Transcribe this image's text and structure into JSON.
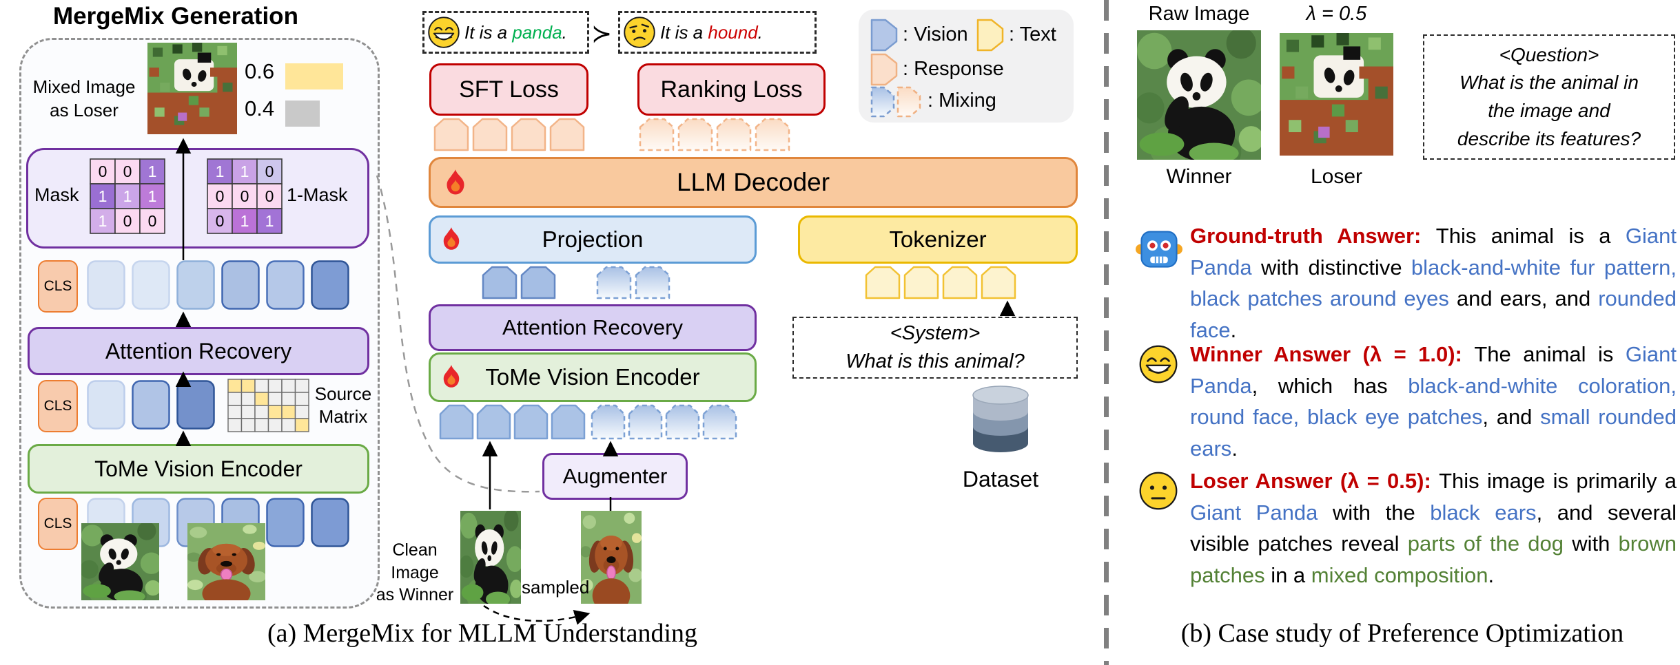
{
  "colors": {
    "answer_red": "#c00000",
    "answer_blue": "#4472c4",
    "answer_green": "#538135",
    "panda_green": "#00b050",
    "hound_red": "#cc0000",
    "purple_border": "#7030a0",
    "green_border": "#6aaa46",
    "orange_border": "#e0863c",
    "blue_border": "#5b9bd5",
    "yellow_border": "#eab800",
    "red_border": "#c00000",
    "weight_yellow": "#ffe699",
    "weight_gray": "#c9c9c9"
  },
  "left_panel": {
    "title": "MergeMix Generation",
    "mixed_image_label": "Mixed Image\nas Loser",
    "weight_top": "0.6",
    "weight_bottom": "0.4",
    "mask": {
      "label": "Mask",
      "cells": [
        [
          "0",
          "0",
          "1"
        ],
        [
          "1",
          "1",
          "1"
        ],
        [
          "1",
          "0",
          "0"
        ]
      ],
      "cell_colors": [
        [
          "#fbd9f1",
          "#fbd9f1",
          "#a076d4"
        ],
        [
          "#9a6fd3",
          "#cba5e8",
          "#bd7bd9"
        ],
        [
          "#d3aee9",
          "#fbd9f1",
          "#fbd9f1"
        ]
      ]
    },
    "inv_mask": {
      "label": "1-Mask",
      "cells": [
        [
          "1",
          "1",
          "0"
        ],
        [
          "0",
          "0",
          "0"
        ],
        [
          "0",
          "1",
          "1"
        ]
      ],
      "cell_colors": [
        [
          "#a076d4",
          "#c9a2e6",
          "#cdc6ed"
        ],
        [
          "#fbd9f1",
          "#fbd9f1",
          "#fbd9f1"
        ],
        [
          "#d8b6ec",
          "#bb72d7",
          "#a273d6"
        ]
      ]
    },
    "cls": "CLS",
    "attention_recovery": "Attention Recovery",
    "tome": "ToMe Vision Encoder",
    "source_matrix_label": "Source\nMatrix",
    "source_matrix": [
      [
        1,
        1,
        0,
        0,
        0,
        0
      ],
      [
        0,
        0,
        1,
        0,
        0,
        0
      ],
      [
        0,
        0,
        0,
        1,
        1,
        0
      ],
      [
        0,
        0,
        0,
        0,
        0,
        1
      ]
    ],
    "token_rows": {
      "row_top": {
        "fills": [
          "#dbe5f4",
          "#dee8f6",
          "#bed1eb",
          "#abc0e3",
          "#b5c8e8",
          "#7e9cd4"
        ],
        "strokes": [
          "#c2d1ec",
          "#c6d5ee",
          "#8fb0da",
          "#3f66b0",
          "#4a70b8",
          "#2f5597"
        ]
      },
      "row_mid": {
        "fills": [
          "#d9e4f4",
          "#b0c4e6",
          "#7491cb"
        ],
        "strokes": [
          "#bccdeb",
          "#3f66b0",
          "#2f5597"
        ]
      },
      "row_bottom": {
        "fills": [
          "#dce6f5",
          "#c8d7ef",
          "#b7c9e8",
          "#a9bfe3",
          "#8aa7d9",
          "#7d9bd4"
        ],
        "strokes": [
          "#c3d2ec",
          "#9db8e0",
          "#6d8fc9",
          "#4a70b8",
          "#3f66b0",
          "#2f5597"
        ]
      }
    },
    "caption": "(a) MergeMix for MLLM Understanding"
  },
  "middle_panel": {
    "winner_caption": [
      {
        "t": "It is a ",
        "i": 1
      },
      {
        "t": "panda",
        "c": "#00b050",
        "i": 1
      },
      {
        "t": ".",
        "i": 1
      }
    ],
    "succ": "≻",
    "loser_caption": [
      {
        "t": "It is a ",
        "i": 1
      },
      {
        "t": "hound",
        "c": "#cc0000",
        "i": 1
      },
      {
        "t": ".",
        "i": 1
      }
    ],
    "sft_loss": "SFT Loss",
    "ranking_loss": "Ranking Loss",
    "legend": {
      "vision": ": Vision",
      "text": ": Text",
      "response": ": Response",
      "mixing": ": Mixing"
    },
    "llm_decoder": "LLM Decoder",
    "projection": "Projection",
    "tokenizer": "Tokenizer",
    "attention_recovery": "Attention Recovery",
    "tome": "ToMe Vision Encoder",
    "augmenter": "Augmenter",
    "clean_image_label": "Clean Image\nas Winner",
    "sampled_label": "sampled",
    "system_prompt": "<System>\nWhat is this animal?",
    "dataset": "Dataset",
    "tokens": {
      "sft": {
        "count": 4,
        "fill": "#fcdfca",
        "stroke": "#f2b488",
        "dashed": false
      },
      "ranking": {
        "count": 4,
        "fill": "url(#grad-resp)",
        "stroke": "#f2b488",
        "dashed": true
      },
      "proj_solid": {
        "count": 2,
        "fill": "#a5bee4",
        "stroke": "#6488c4",
        "dashed": false
      },
      "proj_mix": {
        "count": 2,
        "fill": "url(#grad-vis)",
        "stroke": "#7ba0d4",
        "dashed": true
      },
      "tokenizer": {
        "count": 4,
        "fill": "#fdf3cf",
        "stroke": "#f2c233",
        "dashed": false
      },
      "tome_solid": {
        "count": 4,
        "fill": "#abc3e6",
        "stroke": "#7ba0d4",
        "dashed": false
      },
      "tome_mix": {
        "count": 4,
        "fill": "url(#grad-vis)",
        "stroke": "#7ba0d4",
        "dashed": true
      },
      "legend_vision": {
        "count": 1,
        "fill": "#b4c7e8",
        "stroke": "#7a9cd0",
        "dashed": false,
        "shape": "right"
      },
      "legend_text": {
        "count": 1,
        "fill": "#fdf0c0",
        "stroke": "#f0b429",
        "dashed": false,
        "shape": "right"
      },
      "legend_response": {
        "count": 1,
        "fill": "#fbdfcb",
        "stroke": "#f0b183",
        "dashed": false,
        "shape": "right"
      },
      "legend_mix_v": {
        "count": 1,
        "fill": "url(#grad-vis)",
        "stroke": "#7a9cd0",
        "dashed": true,
        "shape": "right"
      },
      "legend_mix_r": {
        "count": 1,
        "fill": "url(#grad-resp)",
        "stroke": "#f0b183",
        "dashed": true,
        "shape": "right"
      }
    }
  },
  "right_panel": {
    "raw_image_label": "Raw Image",
    "lambda_label": "λ = 0.5",
    "winner_label": "Winner",
    "loser_label": "Loser",
    "question": "<Question>\nWhat is the animal in\nthe image and\ndescribe its features?",
    "gt_answer": [
      {
        "t": "Ground-truth Answer: ",
        "c": "#c00000",
        "b": 1
      },
      {
        "t": "This animal is a ",
        "c": "#000000"
      },
      {
        "t": "Giant Panda",
        "c": "#4472c4"
      },
      {
        "t": " with distinctive ",
        "c": "#000000"
      },
      {
        "t": "black-and-white fur pattern, black patches around eyes",
        "c": "#4472c4"
      },
      {
        "t": " and ears, and ",
        "c": "#000000"
      },
      {
        "t": "rounded face",
        "c": "#4472c4"
      },
      {
        "t": ".",
        "c": "#000000"
      }
    ],
    "winner_answer": [
      {
        "t": "Winner Answer (λ = 1.0): ",
        "c": "#c00000",
        "b": 1
      },
      {
        "t": "The animal is ",
        "c": "#000000"
      },
      {
        "t": "Giant Panda",
        "c": "#4472c4"
      },
      {
        "t": ", which has ",
        "c": "#000000"
      },
      {
        "t": "black-and-white coloration, round face, black eye patches",
        "c": "#4472c4"
      },
      {
        "t": ", and ",
        "c": "#000000"
      },
      {
        "t": "small rounded ears",
        "c": "#4472c4"
      },
      {
        "t": ".",
        "c": "#000000"
      }
    ],
    "loser_answer": [
      {
        "t": "Loser Answer (λ = 0.5): ",
        "c": "#c00000",
        "b": 1
      },
      {
        "t": "This image is primarily a ",
        "c": "#000000"
      },
      {
        "t": "Giant Panda",
        "c": "#4472c4"
      },
      {
        "t": " with the ",
        "c": "#000000"
      },
      {
        "t": "black ears",
        "c": "#4472c4"
      },
      {
        "t": ", and several visible patches reveal ",
        "c": "#000000"
      },
      {
        "t": "parts of the dog",
        "c": "#538135"
      },
      {
        "t": " with ",
        "c": "#000000"
      },
      {
        "t": "brown patches",
        "c": "#538135"
      },
      {
        "t": " in a ",
        "c": "#000000"
      },
      {
        "t": "mixed composition",
        "c": "#538135"
      },
      {
        "t": ".",
        "c": "#000000"
      }
    ],
    "caption": "(b) Case study of Preference Optimization"
  }
}
